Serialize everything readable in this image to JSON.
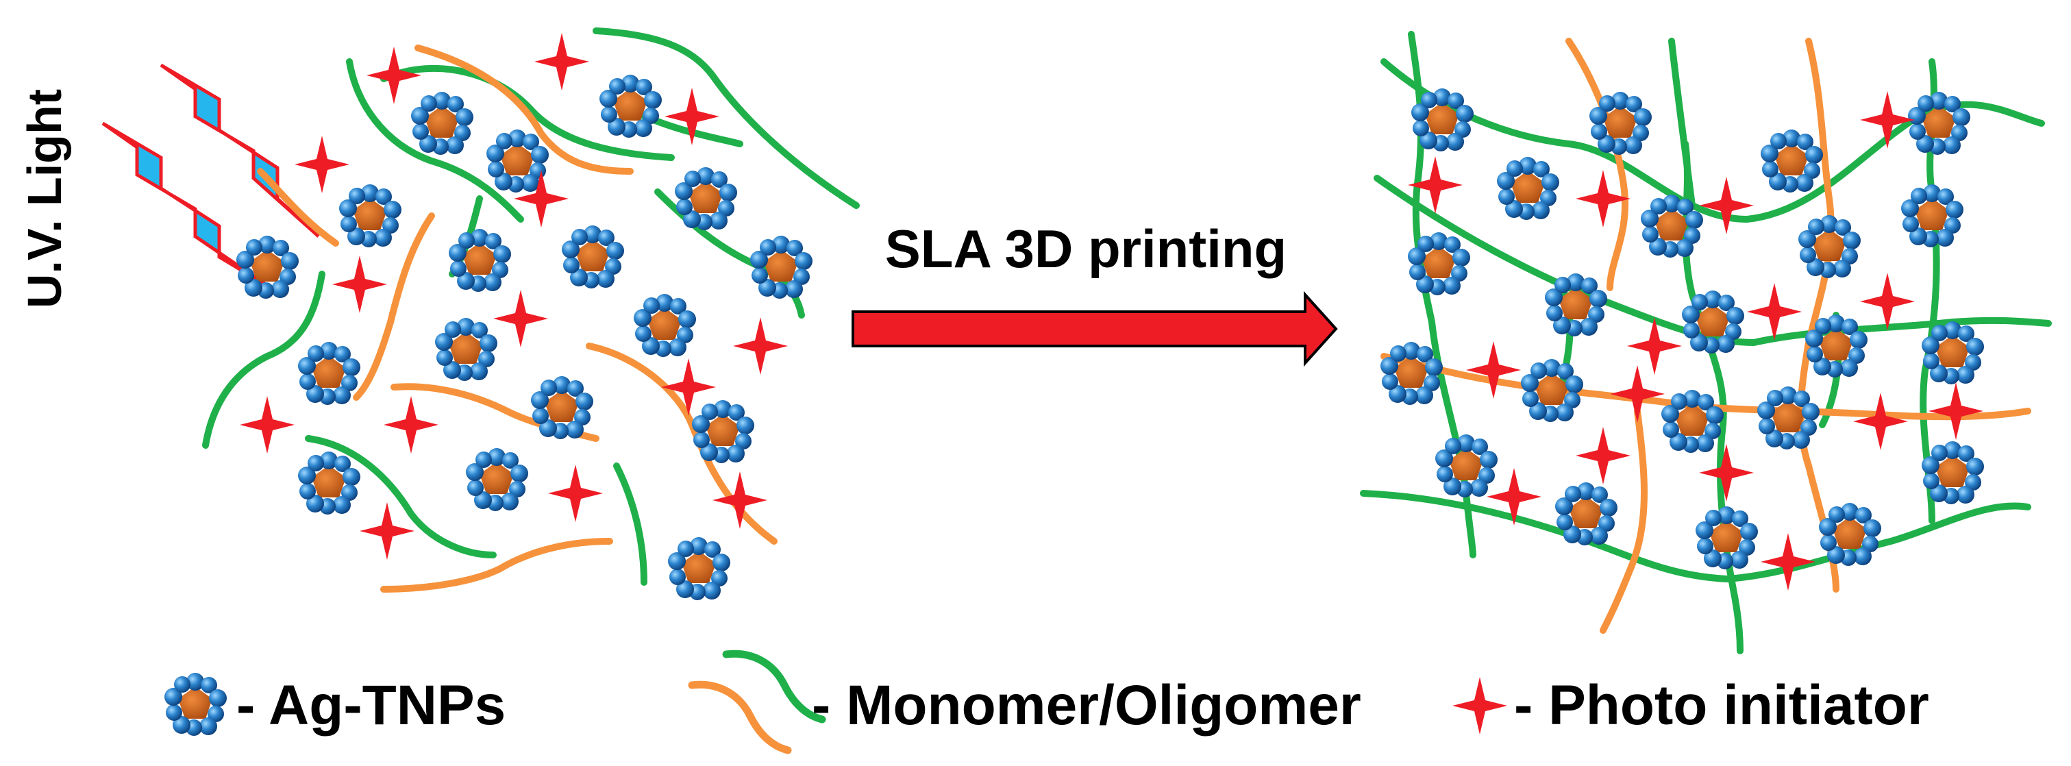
{
  "uv_label": "U.V. Light",
  "process_label": "SLA 3D printing",
  "legend": {
    "nanoparticle": "-  Ag-TNPs",
    "monomer": "- Monomer/Oligomer",
    "initiator": "- Photo initiator"
  },
  "colors": {
    "monomer_green": "#1fb04a",
    "monomer_orange": "#f6923c",
    "initiator_red": "#ee1c25",
    "particle_core": "#c85a14",
    "particle_bead": "#1a74c0",
    "light_blue": "#26b6ee",
    "arrow_red": "#ee1c25"
  },
  "icons": {
    "nanoparticle": "ag-tnp-cluster-icon",
    "initiator": "four-point-star-icon",
    "light": "lightning-bolt-icon"
  }
}
